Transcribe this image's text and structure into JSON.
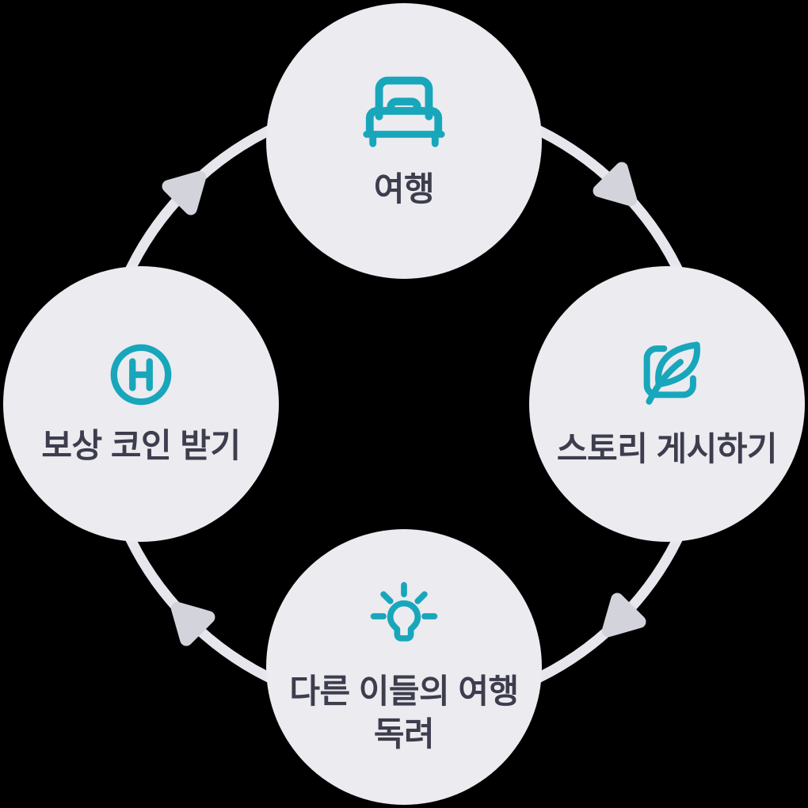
{
  "diagram": {
    "type": "cycle",
    "direction": "clockwise",
    "arrow_count": 4,
    "colors": {
      "background": "#000000",
      "node_fill": "#EBEBF0",
      "label_text": "#3D3D4D",
      "icon_accent": "#18A6BB",
      "arc": "#E6E6EC",
      "arrowhead": "#D3D3DC"
    },
    "nodes": [
      {
        "id": "travel",
        "position": "top",
        "icon": "bed-icon",
        "lines": [
          "여행"
        ]
      },
      {
        "id": "post-story",
        "position": "right",
        "icon": "leaf-edit-icon",
        "lines": [
          "스토리 게시하기"
        ]
      },
      {
        "id": "encourage-others",
        "position": "bottom",
        "icon": "lightbulb-icon",
        "lines": [
          "다른 이들의 여행",
          "독려"
        ]
      },
      {
        "id": "reward-coins",
        "position": "left",
        "icon": "h-coin-icon",
        "lines": [
          "보상 코인 받기"
        ]
      }
    ]
  }
}
